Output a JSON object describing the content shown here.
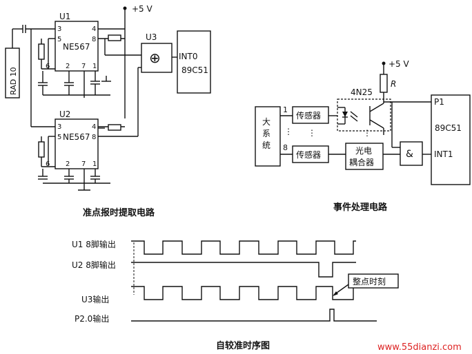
{
  "top_left": {
    "supply": "+5 V",
    "u1": {
      "ref": "U1",
      "chip": "NE567",
      "pins": [
        "3",
        "4",
        "5",
        "8",
        "6",
        "2",
        "7",
        "1"
      ]
    },
    "u2": {
      "ref": "U2",
      "chip": "NE567",
      "pins": [
        "3",
        "4",
        "5",
        "8",
        "6",
        "2",
        "7",
        "1"
      ]
    },
    "u3": {
      "ref": "U3",
      "symbol": "⊕"
    },
    "mcu": {
      "line1": "INT0",
      "line2": "89C51"
    },
    "radio": "RAD 10",
    "caption": "准点报时提取电路"
  },
  "top_right": {
    "supply": "+5 V",
    "resistor": "R",
    "optocoupler": "4N25",
    "system": [
      "大",
      "系",
      "统"
    ],
    "channel_1": "1",
    "channel_8": "8",
    "sensor": "传感器",
    "coupler": [
      "光电",
      "耦合器"
    ],
    "and_gate": "&",
    "mcu": {
      "p1": "P1",
      "chip": "89C51",
      "int": "INT1"
    },
    "caption": "事件处理电路"
  },
  "timing": {
    "labels": [
      "U1 8脚输出",
      "U2 8脚输出",
      "U3输出",
      "P2.0输出"
    ],
    "callout": "整点时刻",
    "caption": "自较准时序图"
  },
  "watermark": "www.55dianzi.com"
}
